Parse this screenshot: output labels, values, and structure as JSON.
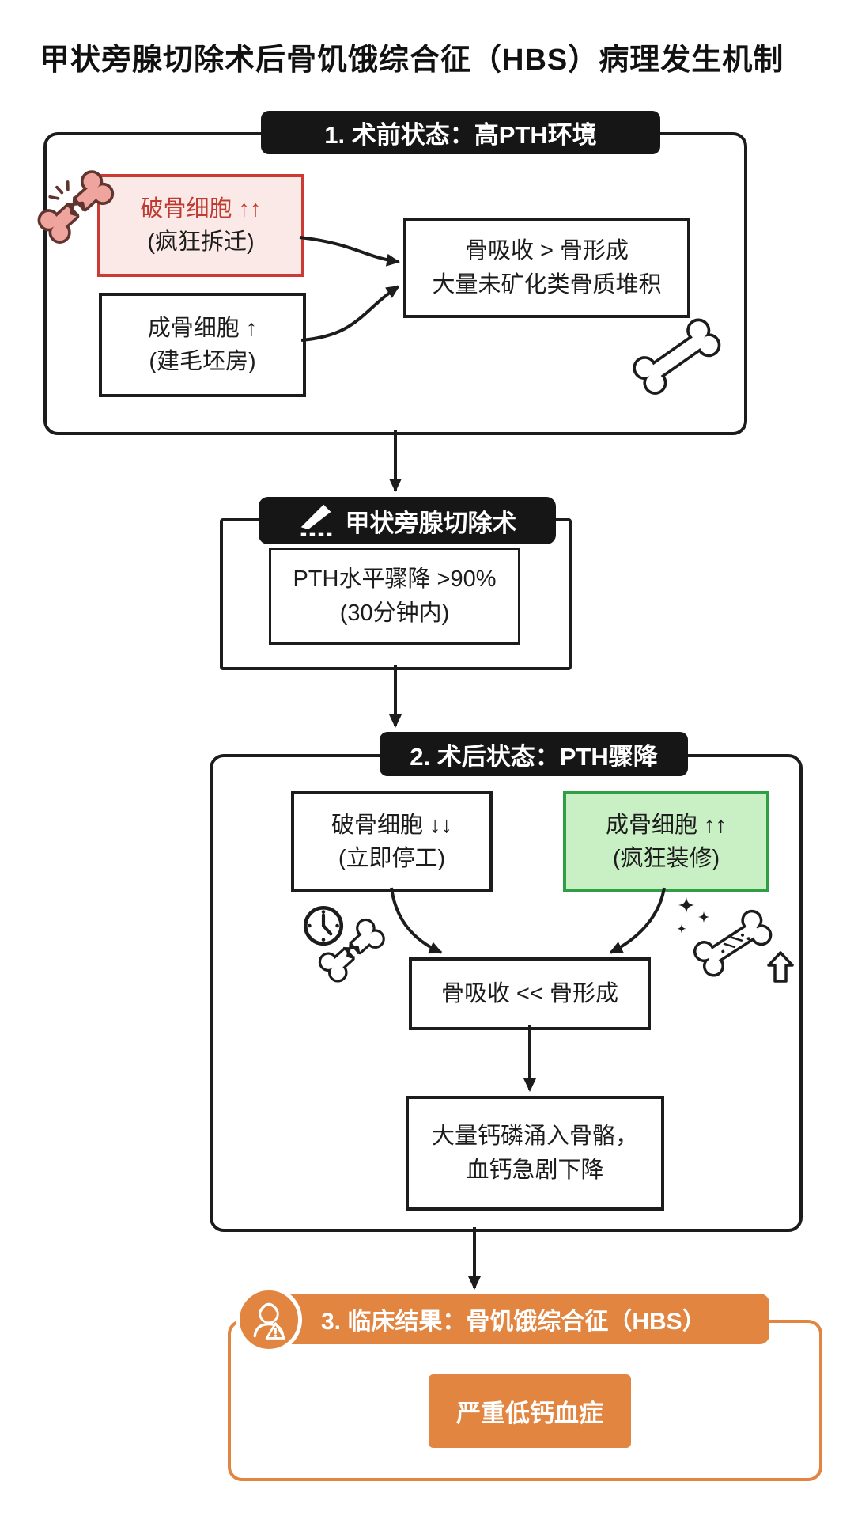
{
  "title": "甲状旁腺切除术后骨饥饿综合征（HBS）病理发生机制",
  "colors": {
    "ink": "#1c1c1c",
    "red_border": "#cc3b33",
    "red_fill": "#fbe9e7",
    "red_text": "#bf3a30",
    "green_border": "#2f9e44",
    "green_fill": "#c9f0c5",
    "orange": "#e28540",
    "pink_bone_fill": "#f0a49e",
    "pink_bone_outline": "#603530"
  },
  "section1": {
    "header": "1. 术前状态：高PTH环境",
    "osteoclast_line1": "破骨细胞 ↑↑",
    "osteoclast_line2": "(疯狂拆迁)",
    "osteoblast_line1": "成骨细胞 ↑",
    "osteoblast_line2": "(建毛坯房)",
    "result_line1": "骨吸收 > 骨形成",
    "result_line2": "大量未矿化类骨质堆积"
  },
  "surgery": {
    "header": "甲状旁腺切除术",
    "detail_line1": "PTH水平骤降 >90%",
    "detail_line2": "(30分钟内)"
  },
  "section2": {
    "header": "2. 术后状态：PTH骤降",
    "osteoclast_line1": "破骨细胞 ↓↓",
    "osteoclast_line2": "(立即停工)",
    "osteoblast_line1": "成骨细胞 ↑↑",
    "osteoblast_line2": "(疯狂装修)",
    "balance": "骨吸收 << 骨形成",
    "influx_line1": "大量钙磷涌入骨骼，",
    "influx_line2": "血钙急剧下降"
  },
  "section3": {
    "header": "3. 临床结果：骨饥饿综合征（HBS）",
    "outcome": "严重低钙血症"
  },
  "icons": {
    "s1_left": "broken-bone-pink-icon",
    "s1_right": "bone-icon",
    "surgery": "scalpel-icon",
    "s2_left": "clock-icon, broken-bone-icon",
    "s2_right": "sparkle-bone-icon, up-arrow-icon",
    "s3_badge": "surgeon-icon"
  }
}
